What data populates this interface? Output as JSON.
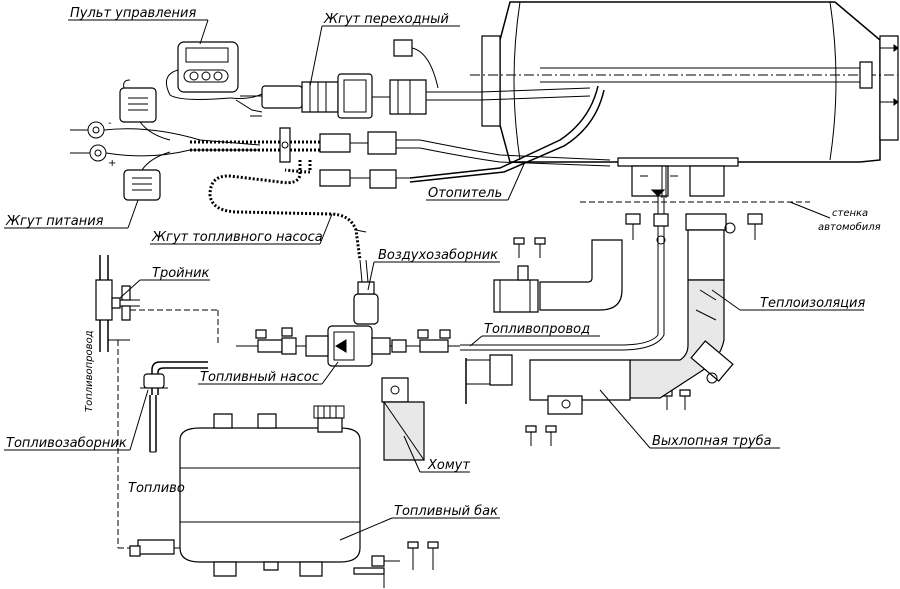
{
  "labels": {
    "control_panel": "Пульт управления",
    "adapter_harness": "Жгут переходный",
    "power_harness": "Жгут питания",
    "fuel_pump_harness": "Жгут топливного насоса",
    "heater": "Отопитель",
    "wall_line1": "стенка",
    "wall_line2": "автомобиля",
    "air_intake": "Воздухозаборник",
    "tee": "Тройник",
    "fuel_line": "Топливопровод",
    "insulation": "Теплоизоляция",
    "fuel_pump": "Топливный насос",
    "fuel_intake": "Топливозаборник",
    "fuel_line_vertical": "Топливопровод",
    "fuel": "Топливо",
    "clamp": "Хомут",
    "exhaust_pipe": "Выхлопная труба",
    "fuel_tank": "Топливный бак"
  },
  "polarity": {
    "minus": "-",
    "plus": "+"
  }
}
